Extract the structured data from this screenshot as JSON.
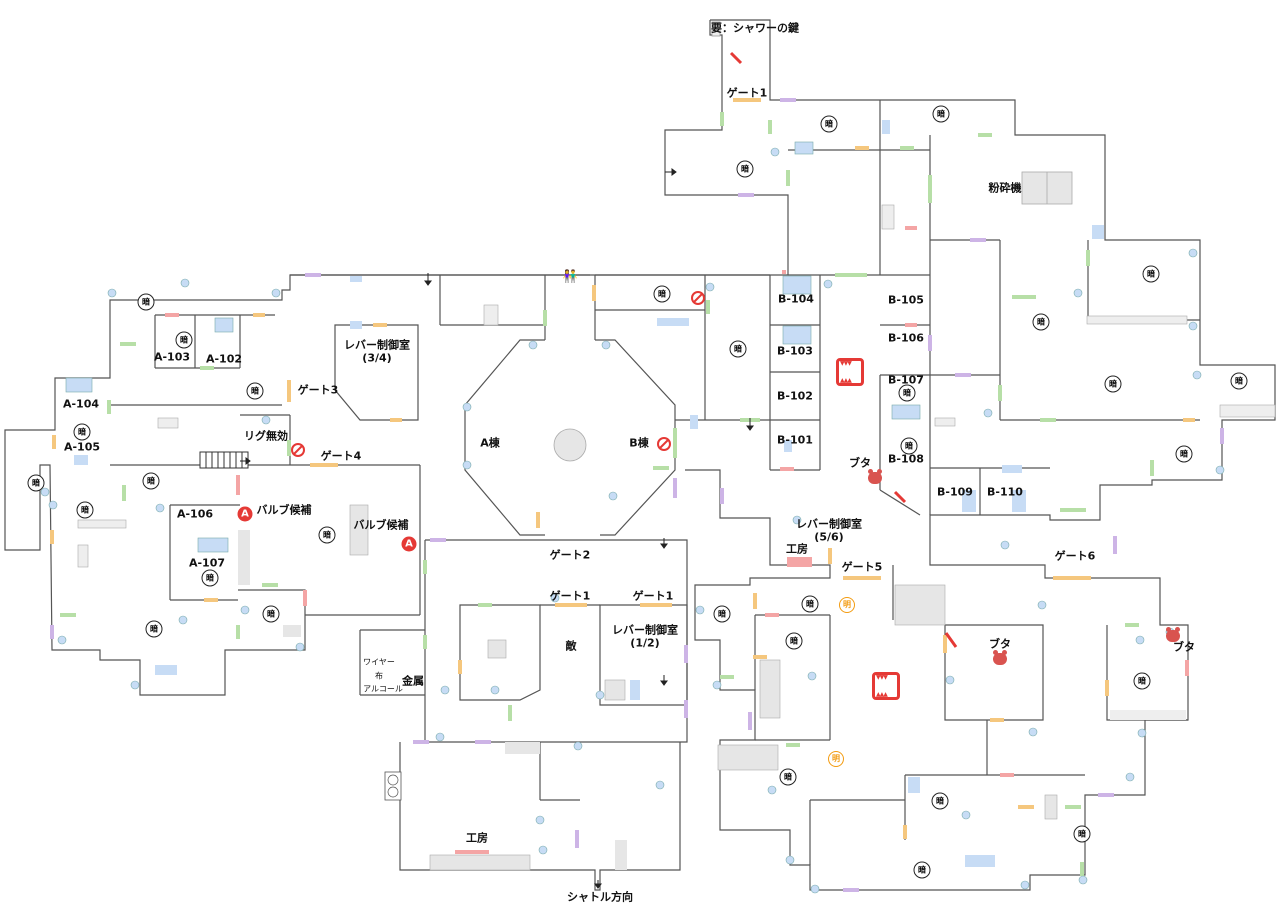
{
  "map": {
    "note_key": "要：シャワーの鍵",
    "buildings": {
      "a": "A棟",
      "b": "B棟"
    },
    "rooms": {
      "a103": "A-103",
      "a102": "A-102",
      "a104": "A-104",
      "a105": "A-105",
      "a106": "A-106",
      "a107": "A-107",
      "b104": "B-104",
      "b105": "B-105",
      "b106": "B-106",
      "b103": "B-103",
      "b107": "B-107",
      "b102": "B-102",
      "b101": "B-101",
      "b108": "B-108",
      "b109": "B-109",
      "b110": "B-110"
    },
    "gates": {
      "gate1_top": "ゲート1",
      "gate3": "ゲート3",
      "gate4": "ゲート4",
      "gate2": "ゲート2",
      "gate1_left": "ゲート1",
      "gate1_right": "ゲート1",
      "gate5": "ゲート5",
      "gate6": "ゲート6"
    },
    "areas": {
      "crusher": "粉砕機",
      "lever34_line1": "レバー制御室",
      "lever34_line2": "(3/4)",
      "lever56_line1": "レバー制御室",
      "lever56_line2": "(5/6)",
      "lever12_line1": "レバー制御室",
      "lever12_line2": "(1/2)",
      "rig_disable": "リグ無効",
      "valve_candidate_1": "バルブ候補",
      "valve_candidate_2": "バルブ候補",
      "workshop_1": "工房",
      "workshop_2": "工房",
      "enemy": "敵",
      "wire": "ワイヤー",
      "cloth": "布",
      "alcohol": "アルコール",
      "metal": "金属",
      "shuttle": "シャトル方向"
    },
    "markers": {
      "dark": "暗",
      "bright": "明",
      "valve_symbol": "A",
      "pig_1": "ブタ",
      "pig_2": "ブタ",
      "pig_3": "ブタ"
    }
  },
  "colors": {
    "wall": "#555555",
    "door_orange": "#f5c77e",
    "door_green": "#b7dfa7",
    "door_purple": "#cdb4e6",
    "door_pink": "#f4a5a5",
    "furniture_blue": "#c7dcf5",
    "furniture_gray": "#e6e6e6",
    "danger": "#e53935",
    "bright": "#f39c12"
  }
}
